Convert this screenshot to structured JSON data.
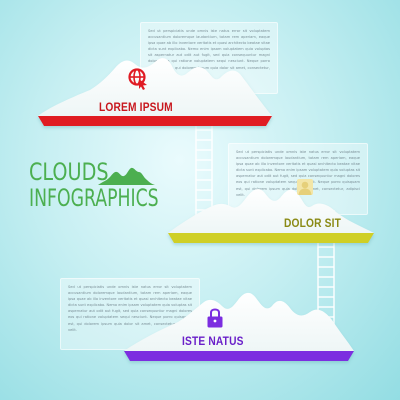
{
  "title": {
    "line1": "CLOUDS",
    "line2": "INFOGRAPHICS",
    "color": "#4caf50"
  },
  "sections": [
    {
      "label": "LOREM IPSUM",
      "label_color": "#c8171e",
      "base_color": "#e01b24",
      "icon": "globe-cursor-icon",
      "text": "Sed ut perspiciatis unde omnis iste natus error sit voluptatem accusantium doloremque laudantium, totam rem aperiam, eaque ipsa quae ab illo inventore veritatis et quasi architecto beatae vitae dicta sunt explicabo. Nemo enim ipsam voluptatem quia voluptas sit aspernatur aut odit aut fugit, sed quia consequuntur magni dolores eos qui ratione voluptatem sequi nesciunt. Neque porro quisquam est, qui dolorem ipsum quia dolor sit amet, consectetur, adipisci velit."
    },
    {
      "label": "DOLOR SIT",
      "label_color": "#8a8a14",
      "base_color": "#cfcf25",
      "icon": "user-icon",
      "text": "Sed ut perspiciatis unde omnis iste natus error sit voluptatem accusantium doloremque laudantium, totam rem aperiam, eaque ipsa quae ab illo inventore veritatis et quasi architecto beatae vitae dicta sunt explicabo. Nemo enim ipsam voluptatem quia voluptas sit aspernatur aut odit aut fugit, sed quia consequuntur magni dolores eos qui ratione voluptatem sequi nesciunt. Neque porro quisquam est, qui dolorem ipsum quia dolor sit amet, consectetur, adipisci velit."
    },
    {
      "label": "ISTE NATUS",
      "label_color": "#6a1fc9",
      "base_color": "#7b2de0",
      "icon": "lock-icon",
      "text": "Sed ut perspiciatis unde omnis iste natus error sit voluptatem accusantium doloremque laudantium, totam rem aperiam, eaque ipsa quae ab illo inventore veritatis et quasi architecto beatae vitae dicta sunt explicabo. Nemo enim ipsam voluptatem quia voluptas sit aspernatur aut odit aut fugit, sed quia consequuntur magni dolores eos qui ratione voluptatem sequi nesciunt. Neque porro quisquam est, qui dolorem ipsum quia dolor sit amet, consectetur, adipisci velit."
    }
  ]
}
